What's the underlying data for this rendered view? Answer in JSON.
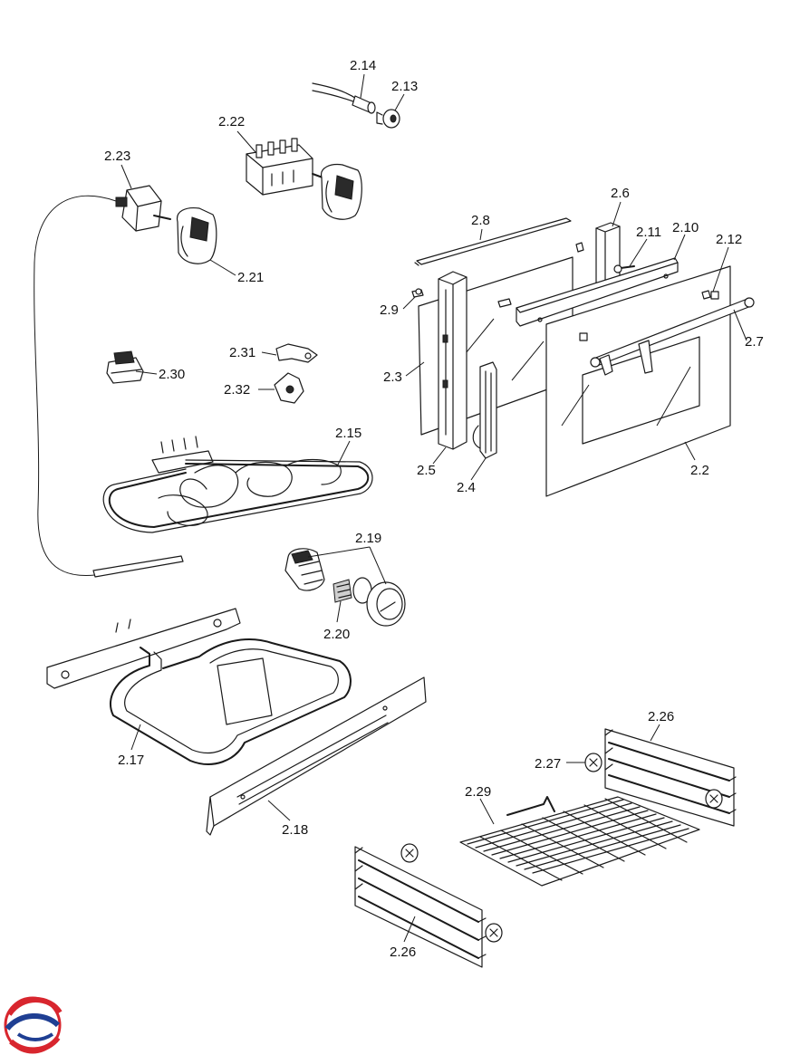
{
  "labels": {
    "p2_14": "2.14",
    "p2_13": "2.13",
    "p2_22": "2.22",
    "p2_23": "2.23",
    "p2_21": "2.21",
    "p2_6": "2.6",
    "p2_8": "2.8",
    "p2_11": "2.11",
    "p2_10": "2.10",
    "p2_12": "2.12",
    "p2_9": "2.9",
    "p2_7": "2.7",
    "p2_3": "2.3",
    "p2_30": "2.30",
    "p2_31": "2.31",
    "p2_32": "2.32",
    "p2_15": "2.15",
    "p2_5": "2.5",
    "p2_4": "2.4",
    "p2_2": "2.2",
    "p2_19": "2.19",
    "p2_20": "2.20",
    "p2_17": "2.17",
    "p2_18": "2.18",
    "p2_26a": "2.26",
    "p2_27": "2.27",
    "p2_29": "2.29",
    "p2_26b": "2.26"
  },
  "colors": {
    "line": "#1a1a1a",
    "logo_red": "#d8262e",
    "logo_blue": "#1f3f93"
  }
}
